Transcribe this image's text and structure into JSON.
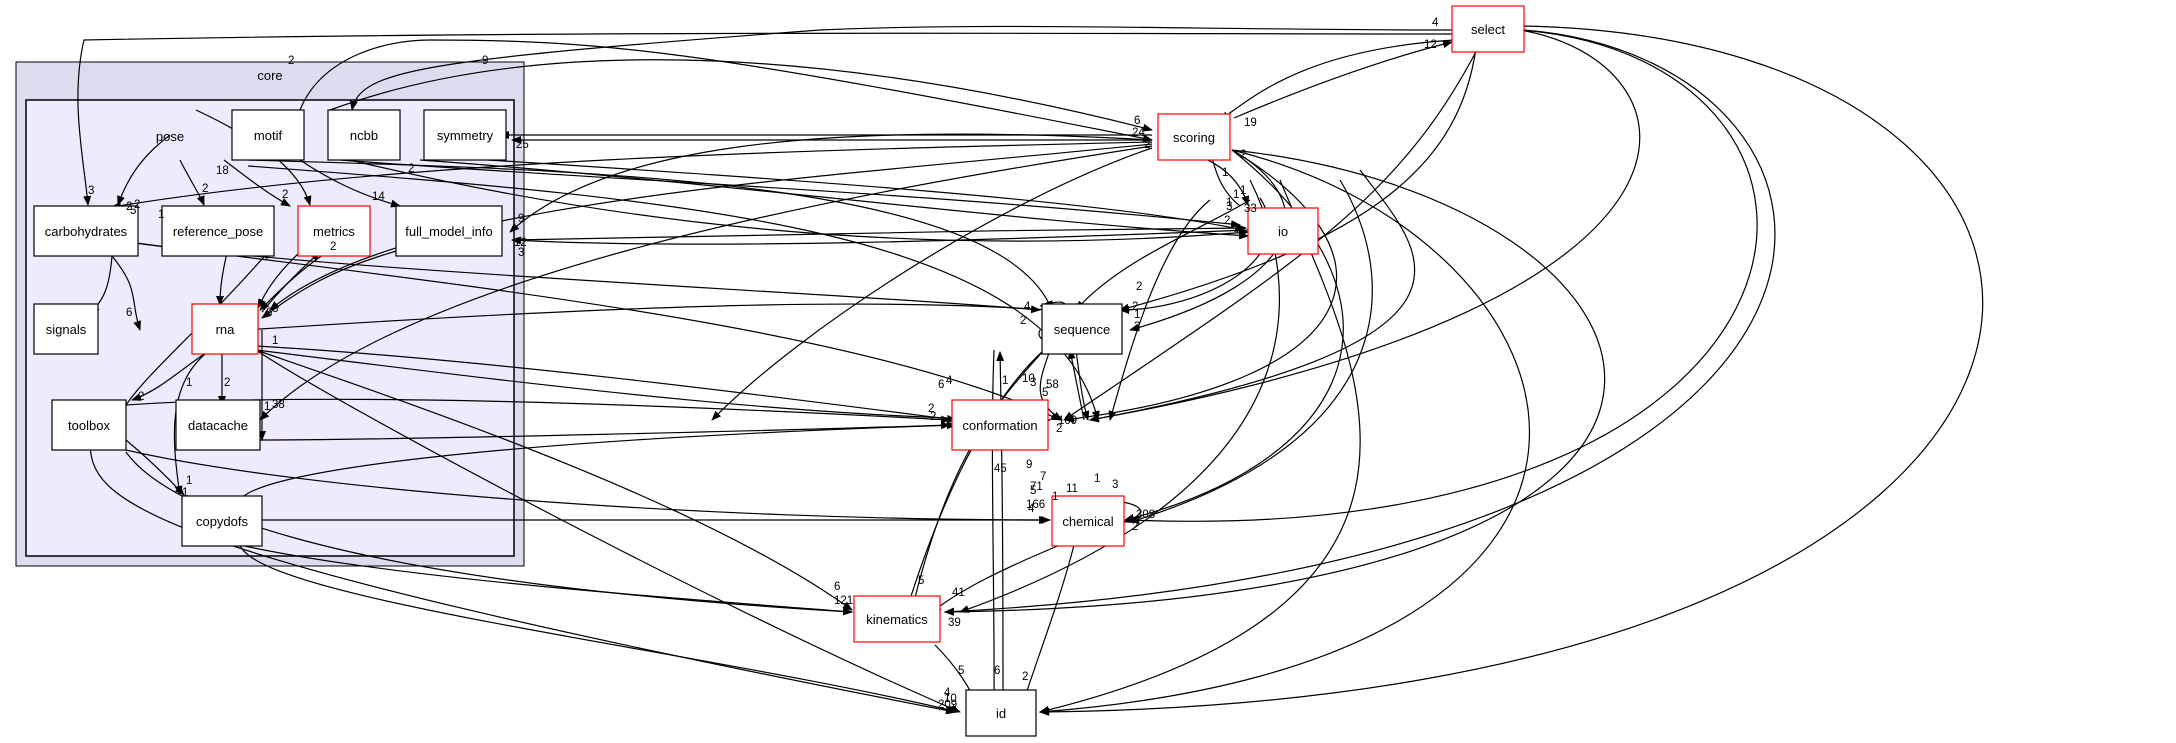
{
  "clusters": {
    "outer": {
      "label": "core"
    },
    "inner": {
      "label": "pose"
    }
  },
  "nodes": {
    "motif": {
      "label": "motif",
      "red": false
    },
    "ncbb": {
      "label": "ncbb",
      "red": false
    },
    "symmetry": {
      "label": "symmetry",
      "red": false
    },
    "carbohydrates": {
      "label": "carbohydrates",
      "red": false
    },
    "reference_pose": {
      "label": "reference_pose",
      "red": false
    },
    "metrics": {
      "label": "metrics",
      "red": true
    },
    "full_model_info": {
      "label": "full_model_info",
      "red": false
    },
    "signals": {
      "label": "signals",
      "red": false
    },
    "rna": {
      "label": "rna",
      "red": true
    },
    "toolbox": {
      "label": "toolbox",
      "red": false
    },
    "datacache": {
      "label": "datacache",
      "red": false
    },
    "copydofs": {
      "label": "copydofs",
      "red": false
    },
    "select": {
      "label": "select",
      "red": true
    },
    "scoring": {
      "label": "scoring",
      "red": true
    },
    "io": {
      "label": "io",
      "red": true
    },
    "sequence": {
      "label": "sequence",
      "red": false
    },
    "conformation": {
      "label": "conformation",
      "red": true
    },
    "chemical": {
      "label": "chemical",
      "red": true
    },
    "kinematics": {
      "label": "kinematics",
      "red": true
    },
    "id": {
      "label": "id",
      "red": false
    }
  },
  "edge_labels": [
    {
      "id": "e1",
      "text": "4"
    },
    {
      "id": "e2",
      "text": "12"
    },
    {
      "id": "e3",
      "text": "19"
    },
    {
      "id": "e4",
      "text": "2"
    },
    {
      "id": "e5",
      "text": "9"
    },
    {
      "id": "e6",
      "text": "25"
    },
    {
      "id": "e7",
      "text": "6"
    },
    {
      "id": "e8",
      "text": "24"
    },
    {
      "id": "e9",
      "text": "2"
    },
    {
      "id": "e10",
      "text": "3"
    },
    {
      "id": "e11",
      "text": "18"
    },
    {
      "id": "e12",
      "text": "2"
    },
    {
      "id": "e13",
      "text": "2"
    },
    {
      "id": "e14",
      "text": "14"
    },
    {
      "id": "e15",
      "text": "2"
    },
    {
      "id": "e16",
      "text": "1"
    },
    {
      "id": "e17",
      "text": "5"
    },
    {
      "id": "e18",
      "text": "2"
    },
    {
      "id": "e19",
      "text": "2"
    },
    {
      "id": "e20",
      "text": "9"
    },
    {
      "id": "e21",
      "text": "12"
    },
    {
      "id": "e22",
      "text": "3"
    },
    {
      "id": "e23",
      "text": "6"
    },
    {
      "id": "e24",
      "text": "6"
    },
    {
      "id": "e25",
      "text": "8"
    },
    {
      "id": "e26",
      "text": "1"
    },
    {
      "id": "e27",
      "text": "2"
    },
    {
      "id": "e28",
      "text": "2"
    },
    {
      "id": "e29",
      "text": "1"
    },
    {
      "id": "e30",
      "text": "2"
    },
    {
      "id": "e31",
      "text": "1"
    },
    {
      "id": "e32",
      "text": "1"
    },
    {
      "id": "e33",
      "text": "38"
    },
    {
      "id": "e34",
      "text": "1"
    },
    {
      "id": "e35",
      "text": "2"
    },
    {
      "id": "e36",
      "text": "1"
    },
    {
      "id": "e37",
      "text": "3"
    },
    {
      "id": "e38",
      "text": "2"
    },
    {
      "id": "e39",
      "text": "1"
    },
    {
      "id": "e40",
      "text": "1"
    },
    {
      "id": "e41",
      "text": "33"
    },
    {
      "id": "e42",
      "text": "1"
    },
    {
      "id": "e43",
      "text": "2"
    },
    {
      "id": "e44",
      "text": "4"
    },
    {
      "id": "e45",
      "text": "2"
    },
    {
      "id": "e46",
      "text": "2"
    },
    {
      "id": "e47",
      "text": "1"
    },
    {
      "id": "e48",
      "text": "3"
    },
    {
      "id": "e49",
      "text": "6"
    },
    {
      "id": "e50",
      "text": "4"
    },
    {
      "id": "e51",
      "text": "1"
    },
    {
      "id": "e52",
      "text": "5"
    },
    {
      "id": "e53",
      "text": "10"
    },
    {
      "id": "e54",
      "text": "2"
    },
    {
      "id": "e55",
      "text": "2"
    },
    {
      "id": "e56",
      "text": "3"
    },
    {
      "id": "e57",
      "text": "58"
    },
    {
      "id": "e58",
      "text": "109"
    },
    {
      "id": "e59",
      "text": "2"
    },
    {
      "id": "e60",
      "text": "45"
    },
    {
      "id": "e61",
      "text": "6"
    },
    {
      "id": "e62",
      "text": "5"
    },
    {
      "id": "e63",
      "text": "71"
    },
    {
      "id": "e64",
      "text": "7"
    },
    {
      "id": "e65",
      "text": "9"
    },
    {
      "id": "e66",
      "text": "1"
    },
    {
      "id": "e67",
      "text": "3"
    },
    {
      "id": "e68",
      "text": "4"
    },
    {
      "id": "e69",
      "text": "166"
    },
    {
      "id": "e70",
      "text": "308"
    },
    {
      "id": "e71",
      "text": "2"
    },
    {
      "id": "e72",
      "text": "1"
    },
    {
      "id": "e73",
      "text": "11"
    },
    {
      "id": "e74",
      "text": "41"
    },
    {
      "id": "e75",
      "text": "5"
    },
    {
      "id": "e76",
      "text": "6"
    },
    {
      "id": "e77",
      "text": "121"
    },
    {
      "id": "e78",
      "text": "39"
    },
    {
      "id": "e79",
      "text": "5"
    },
    {
      "id": "e80",
      "text": "2"
    },
    {
      "id": "e81",
      "text": "4"
    },
    {
      "id": "e82",
      "text": "10"
    },
    {
      "id": "e83",
      "text": "209"
    }
  ]
}
